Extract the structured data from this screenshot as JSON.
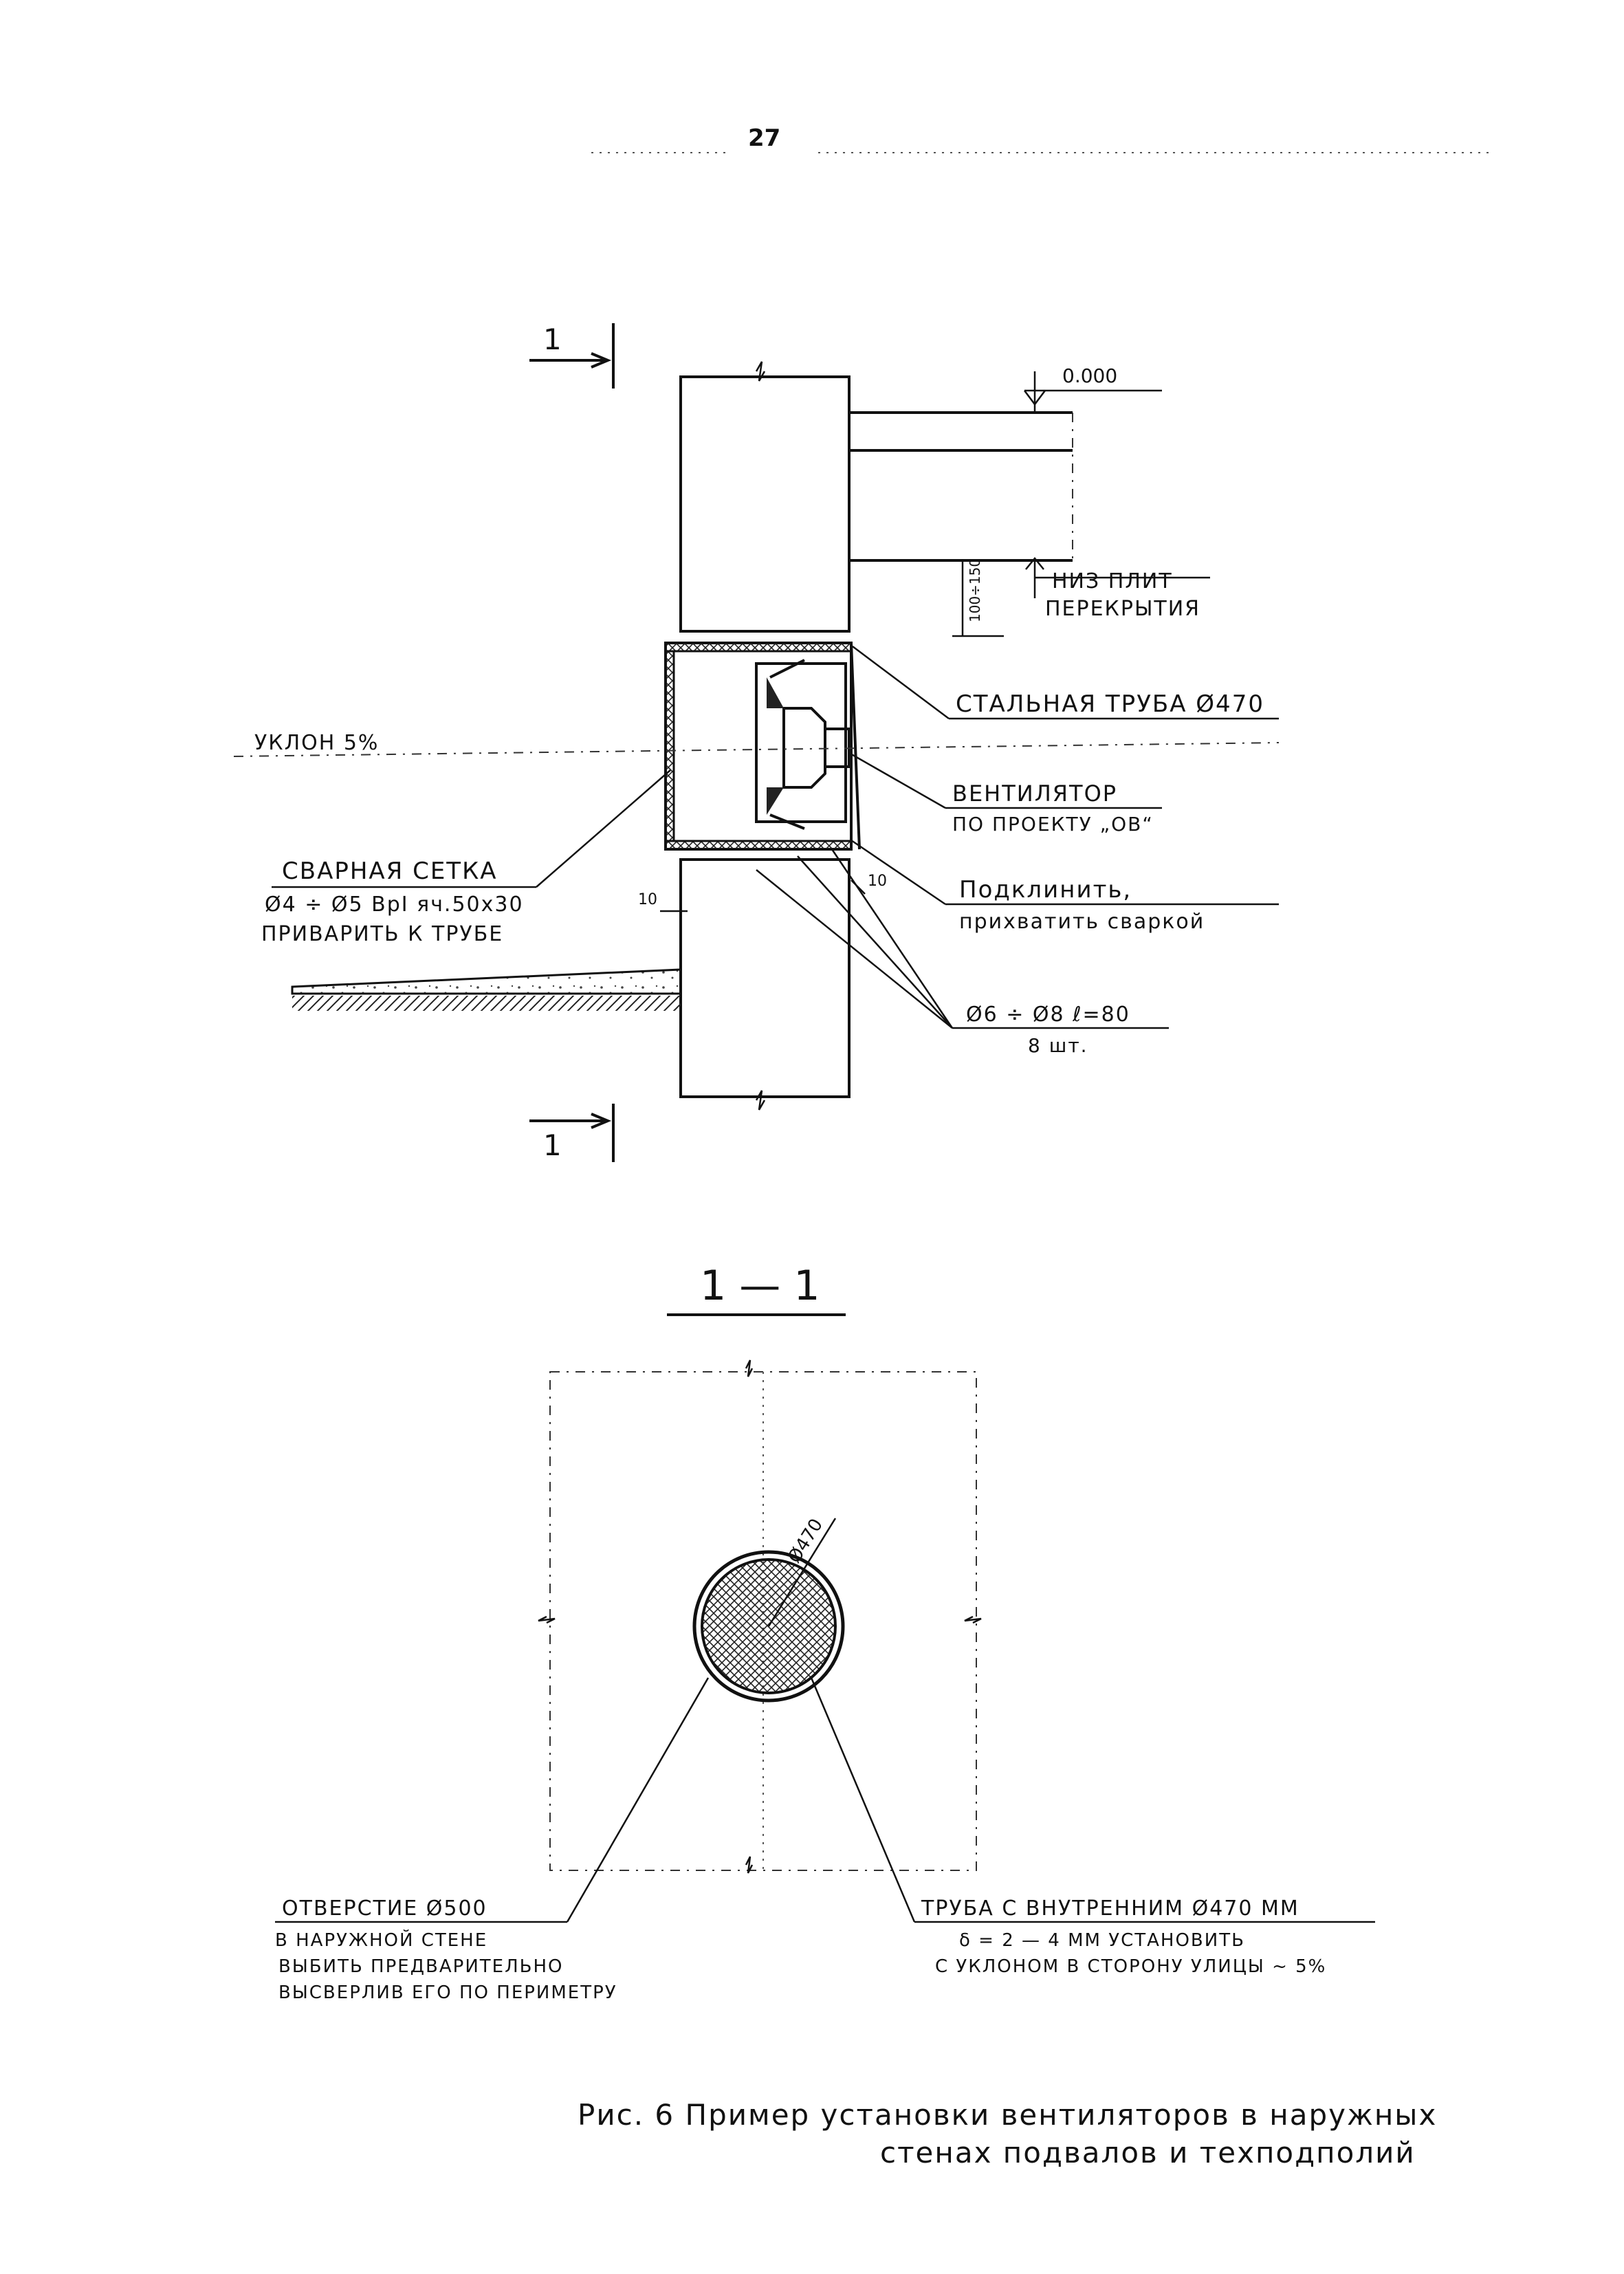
{
  "page_number": "27",
  "section_marks": {
    "top": "1",
    "bottom": "1"
  },
  "plan": {
    "elevation": "0.000",
    "slab_bottom_line1": "НИЗ ПЛИТ",
    "slab_bottom_line2": "ПЕРЕКРЫТИЯ",
    "offset_dim": "100÷150",
    "steel_pipe": "СТАЛЬНАЯ ТРУБА Ø470",
    "slope": "УКЛОН 5%",
    "fan_line1": "ВЕНТИЛЯТОР",
    "fan_line2": "ПО ПРОЕКТУ „ОВ“",
    "mesh_line1": "СВАРНАЯ СЕТКА",
    "mesh_line2": "Ø4 ÷ Ø5 ВрI яч.50х30",
    "mesh_line3": "ПРИВАРИТЬ К ТРУБЕ",
    "gap_left": "10",
    "gap_right": "10",
    "wedge_line1": "Подклинить,",
    "wedge_line2": "прихватить сваркой",
    "rod_line1": "Ø6 ÷ Ø8  ℓ=80",
    "rod_line2": "8 шт."
  },
  "section": {
    "title": "1 — 1",
    "diameter": "Ø470",
    "hole_line1": "ОТВЕРСТИЕ Ø500",
    "hole_line2": "В НАРУЖНОЙ СТЕНЕ",
    "hole_line3": "ВЫБИТЬ ПРЕДВАРИТЕЛЬНО",
    "hole_line4": "ВЫСВЕРЛИВ ЕГО ПО ПЕРИМЕТРУ",
    "pipe_line1": "ТРУБА С ВНУТРЕННИМ Ø470 ММ",
    "pipe_line2": "δ = 2 — 4 ММ  УСТАНОВИТЬ",
    "pipe_line3": "С УКЛОНОМ В СТОРОНУ УЛИЦЫ ~ 5%"
  },
  "caption": {
    "line1": "Рис. 6   Пример установки вентиляторов в наружных",
    "line2": "стенах подвалов и техподполий"
  }
}
